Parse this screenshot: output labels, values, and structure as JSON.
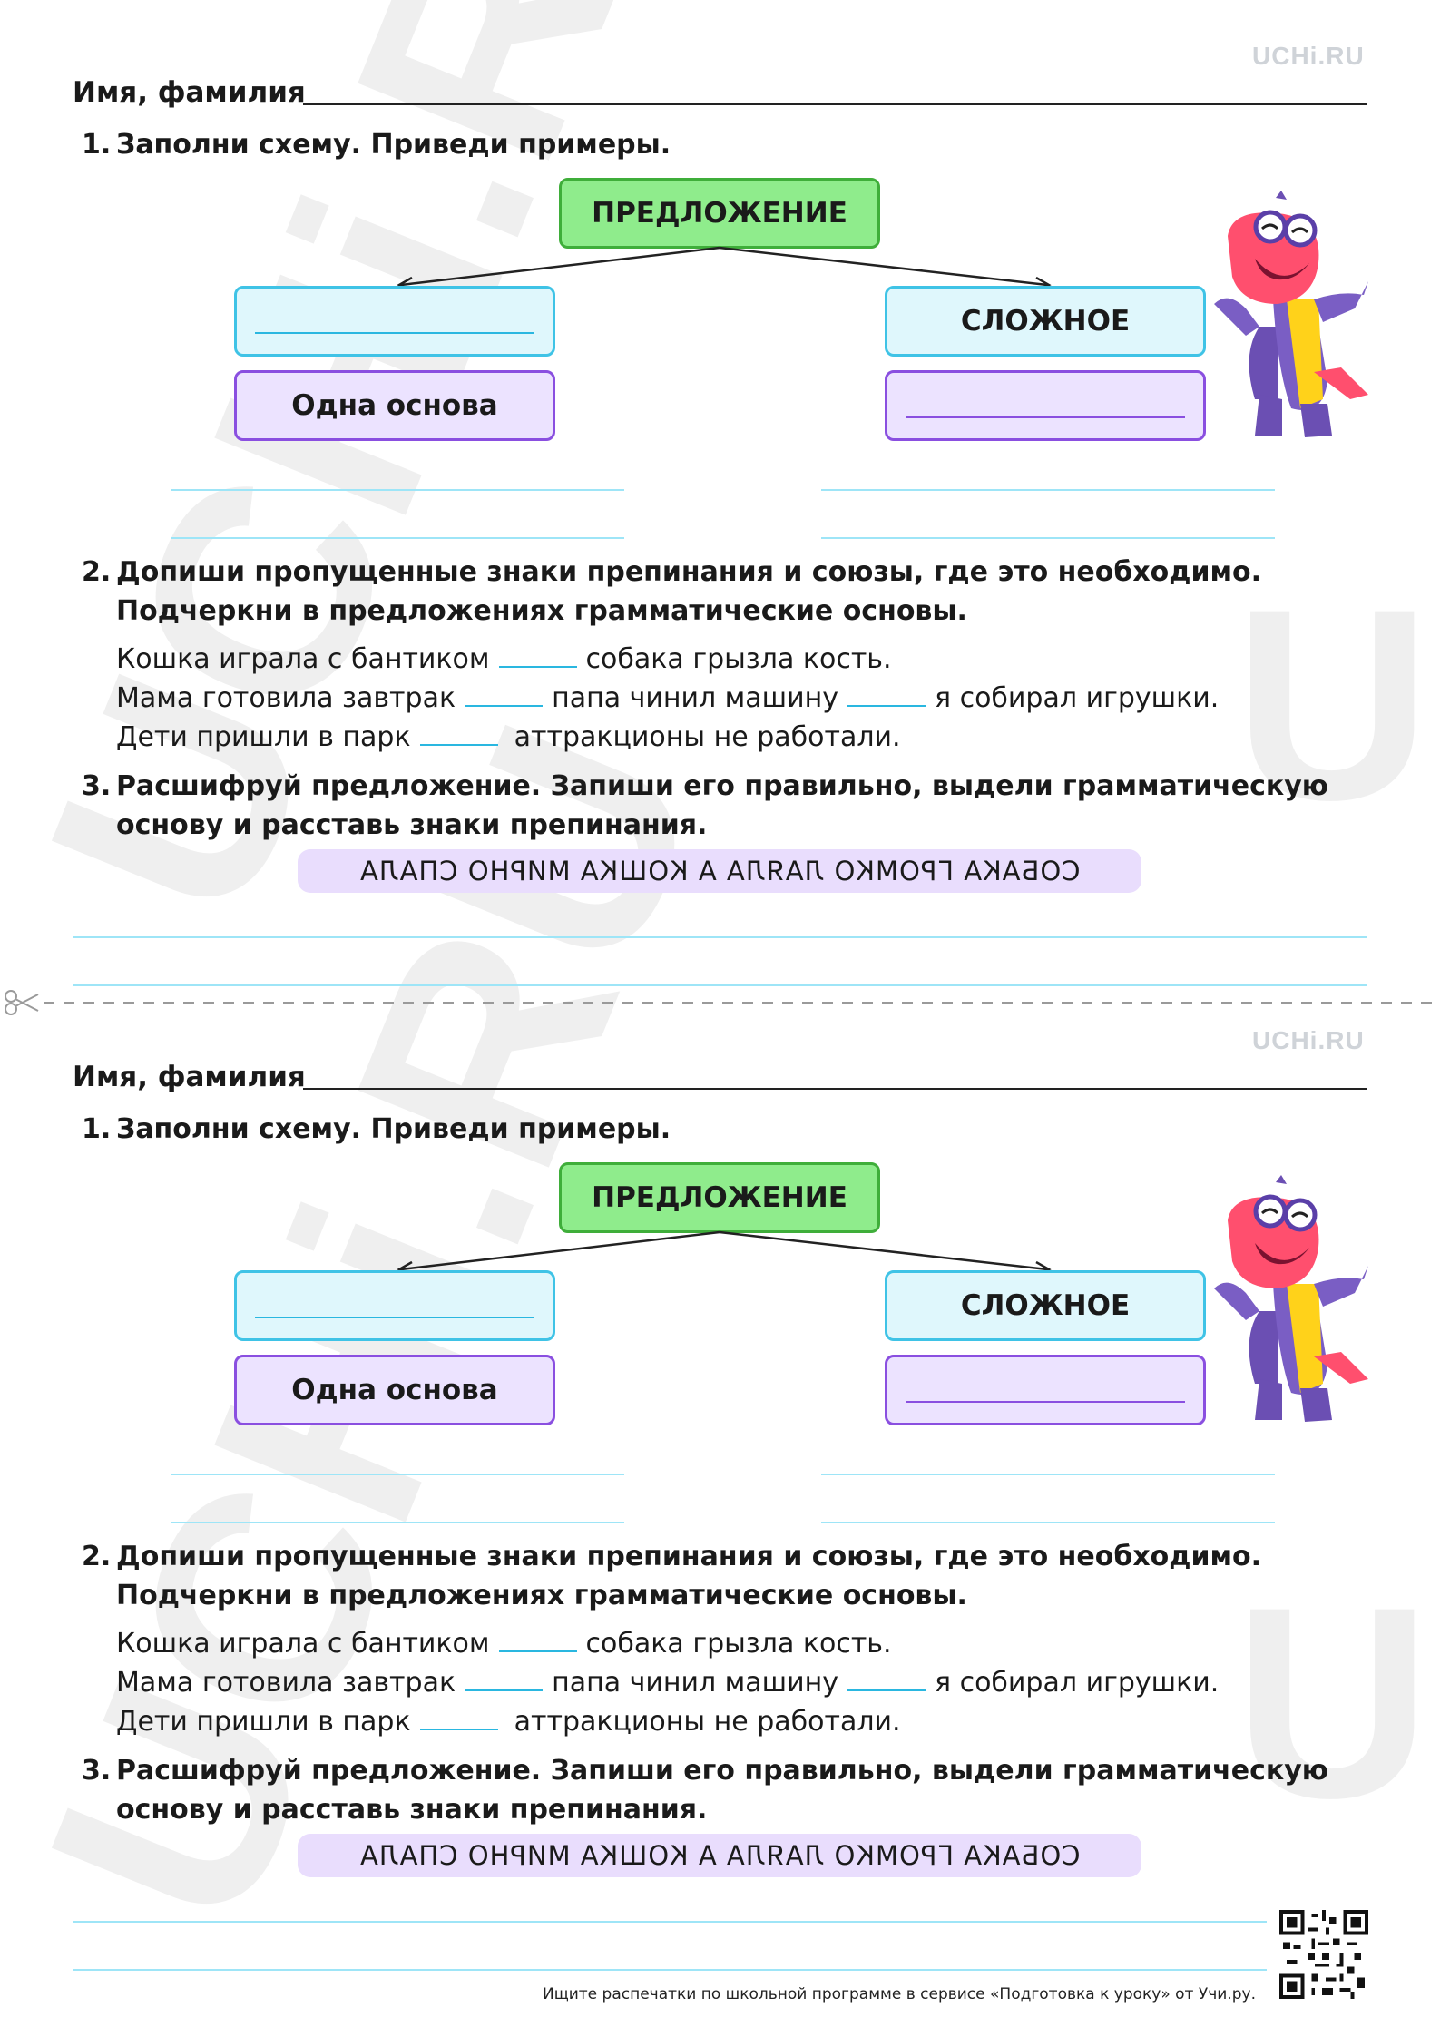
{
  "brand": "UCHi.RU",
  "watermark_text": "UCHi.RU",
  "name_label": "Имя, фамилия",
  "task1": {
    "number": "1.",
    "text": "Заполни схему. Приведи примеры.",
    "root": "ПРЕДЛОЖЕНИЕ",
    "left_purple": "Одна основа",
    "right_blue": "СЛОЖНОЕ"
  },
  "task2": {
    "number": "2.",
    "line1": "Допиши пропущенные знаки препинания и союзы, где это необходимо.",
    "line2": "Подчеркни в предложениях грамматические основы.",
    "s1a": "Кошка играла с бантиком",
    "s1b": "собака грызла кость.",
    "s2a": "Мама готовила завтрак",
    "s2b": "папа чинил машину",
    "s2c": "я собирал игрушки.",
    "s3a": "Дети пришли в парк",
    "s3b": "аттракционы не работали."
  },
  "task3": {
    "number": "3.",
    "line1": "Расшифруй предложение. Запиши его правильно, выдели грамматическую",
    "line2": "основу и расставь знаки препинания.",
    "cipher": "СОБАКА ГРОМКО ЛАЯЛА А КОШКА МИРНО СПАЛА"
  },
  "footer": "Ищите распечатки по школьной программе в сервисе «Подготовка к уроку» от Учи.ру.",
  "colors": {
    "green": "#8fec8c",
    "blue": "#dff7fc",
    "purple": "#ece3ff",
    "line": "#9ee5f7"
  }
}
